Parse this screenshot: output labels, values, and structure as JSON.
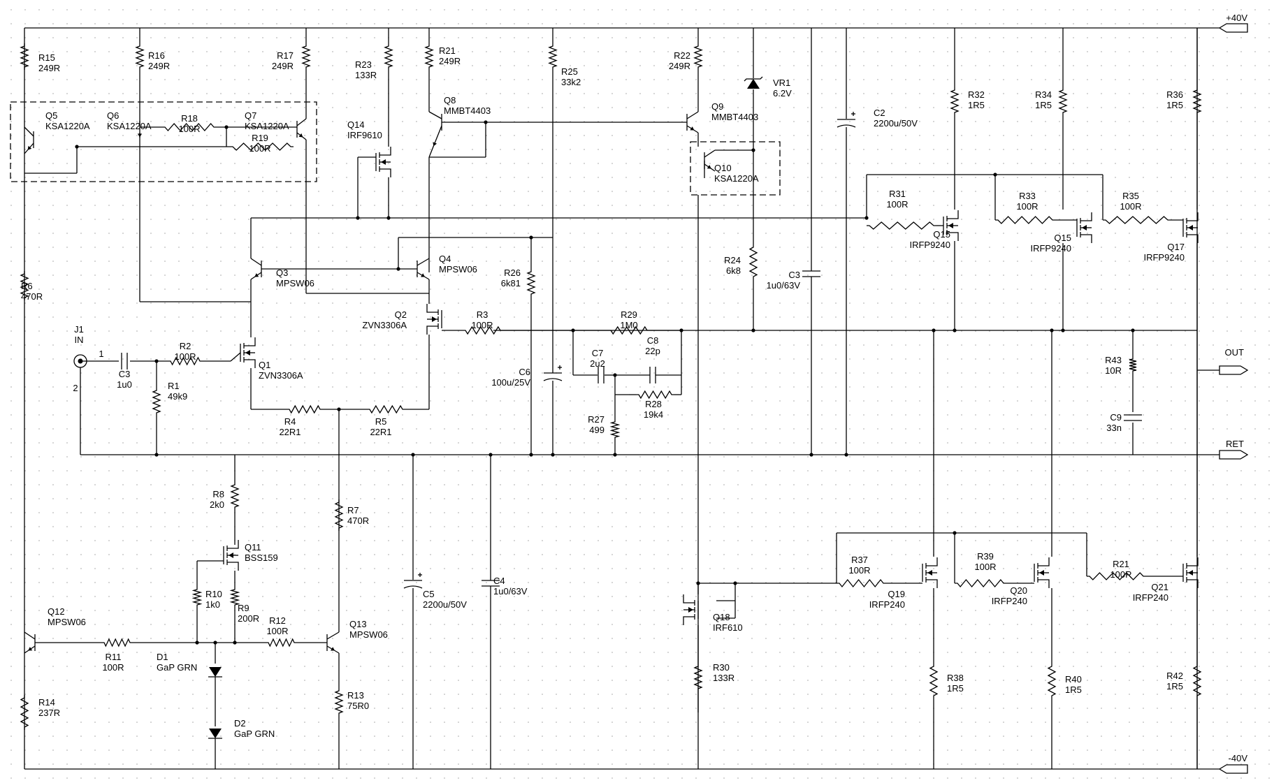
{
  "components": {
    "R15": [
      "R15",
      "249R"
    ],
    "R16": [
      "R16",
      "249R"
    ],
    "R17": [
      "R17",
      "249R"
    ],
    "R23": [
      "R23",
      "133R"
    ],
    "R21a": [
      "R21",
      "249R"
    ],
    "R25": [
      "R25",
      "33k2"
    ],
    "R22": [
      "R22",
      "249R"
    ],
    "VR1": [
      "VR1",
      "6.2V"
    ],
    "C2": [
      "C2",
      "2200u/50V"
    ],
    "R32": [
      "R32",
      "1R5"
    ],
    "R34": [
      "R34",
      "1R5"
    ],
    "R36": [
      "R36",
      "1R5"
    ],
    "Q5": [
      "Q5",
      "KSA1220A"
    ],
    "Q6": [
      "Q6",
      "KSA1220A"
    ],
    "Q7": [
      "Q7",
      "KSA1220A"
    ],
    "R18": [
      "R18",
      "100R"
    ],
    "R19": [
      "R19",
      "100R"
    ],
    "Q14": [
      "Q14",
      "IRF9610"
    ],
    "Q8": [
      "Q8",
      "MMBT4403"
    ],
    "Q9": [
      "Q9",
      "MMBT4403"
    ],
    "Q10": [
      "Q10",
      "KSA1220A"
    ],
    "R31": [
      "R31",
      "100R"
    ],
    "R33": [
      "R33",
      "100R"
    ],
    "R35": [
      "R35",
      "100R"
    ],
    "Q15a": [
      "Q15",
      "IRFP9240"
    ],
    "Q15b": [
      "Q15",
      "IRFP9240"
    ],
    "Q17": [
      "Q17",
      "IRFP9240"
    ],
    "Q3": [
      "Q3",
      "MPSW06"
    ],
    "Q4": [
      "Q4",
      "MPSW06"
    ],
    "R26": [
      "R26",
      "6k81"
    ],
    "R24": [
      "R24",
      "6k8"
    ],
    "C3b": [
      "C3",
      "1u0/63V"
    ],
    "R6": [
      "R6",
      "470R"
    ],
    "Q2": [
      "Q2",
      "ZVN3306A"
    ],
    "R3": [
      "R3",
      "100R"
    ],
    "R29": [
      "R29",
      "1M0"
    ],
    "J1": [
      "J1",
      "IN"
    ],
    "R2": [
      "R2",
      "100R"
    ],
    "Q1": [
      "Q1",
      "ZVN3306A"
    ],
    "C3a": [
      "C3",
      "1u0"
    ],
    "R1": [
      "R1",
      "49k9"
    ],
    "C7": [
      "C7",
      "2u2"
    ],
    "C8": [
      "C8",
      "22p"
    ],
    "C6": [
      "C6",
      "100u/25V"
    ],
    "R43": [
      "R43",
      "10R"
    ],
    "R28": [
      "R28",
      "19k4"
    ],
    "R27": [
      "R27",
      "499"
    ],
    "C9": [
      "C9",
      "33n"
    ],
    "R4": [
      "R4",
      "22R1"
    ],
    "R5": [
      "R5",
      "22R1"
    ],
    "R8": [
      "R8",
      "2k0"
    ],
    "R7": [
      "R7",
      "470R"
    ],
    "Q11": [
      "Q11",
      "BSS159"
    ],
    "R37": [
      "R37",
      "100R"
    ],
    "R39": [
      "R39",
      "100R"
    ],
    "R21b": [
      "R21",
      "100R"
    ],
    "Q19": [
      "Q19",
      "IRFP240"
    ],
    "Q20": [
      "Q20",
      "IRFP240"
    ],
    "Q21": [
      "Q21",
      "IRFP240"
    ],
    "R10": [
      "R10",
      "1k0"
    ],
    "R9": [
      "R9",
      "200R"
    ],
    "C5": [
      "C5",
      "2200u/50V"
    ],
    "C4": [
      "C4",
      "1u0/63V"
    ],
    "Q12": [
      "Q12",
      "MPSW06"
    ],
    "R12": [
      "R12",
      "100R"
    ],
    "Q13": [
      "Q13",
      "MPSW06"
    ],
    "Q18": [
      "Q18",
      "IRF610"
    ],
    "R11": [
      "R11",
      "100R"
    ],
    "D1": [
      "D1",
      "GaP GRN"
    ],
    "R30": [
      "R30",
      "133R"
    ],
    "R38": [
      "R38",
      "1R5"
    ],
    "R40": [
      "R40",
      "1R5"
    ],
    "R42": [
      "R42",
      "1R5"
    ],
    "R13": [
      "R13",
      "75R0"
    ],
    "R14": [
      "R14",
      "237R"
    ],
    "D2": [
      "D2",
      "GaP GRN"
    ]
  },
  "ports": {
    "vpos": "+40V",
    "vneg": "-40V",
    "out": "OUT",
    "ret": "RET"
  },
  "pins": {
    "j1_pin1": "1",
    "j1_pin2": "2"
  },
  "colors": {
    "wire": "#000000",
    "background": "#ffffff",
    "grid_dot": "#c9c9c9"
  }
}
